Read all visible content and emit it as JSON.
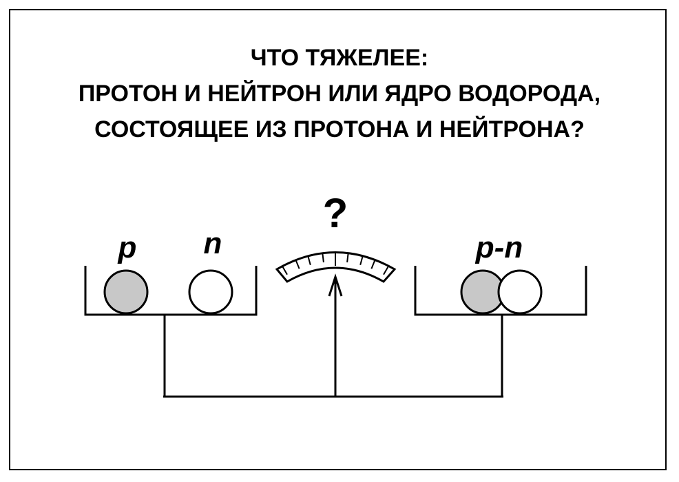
{
  "title": {
    "line1": "ЧТО ТЯЖЕЛЕЕ:",
    "line2": "ПРОТОН И НЕЙТРОН ИЛИ ЯДРО ВОДОРОДА,",
    "line3": "СОСТОЯЩЕЕ ИЗ ПРОТОНА И НЕЙТРОНА?"
  },
  "labels": {
    "proton": "p",
    "neutron": "n",
    "nucleus": "p-n",
    "question": "?"
  },
  "colors": {
    "proton_fill": "#c8c8c8",
    "neutron_fill": "#ffffff",
    "line": "#000000"
  }
}
